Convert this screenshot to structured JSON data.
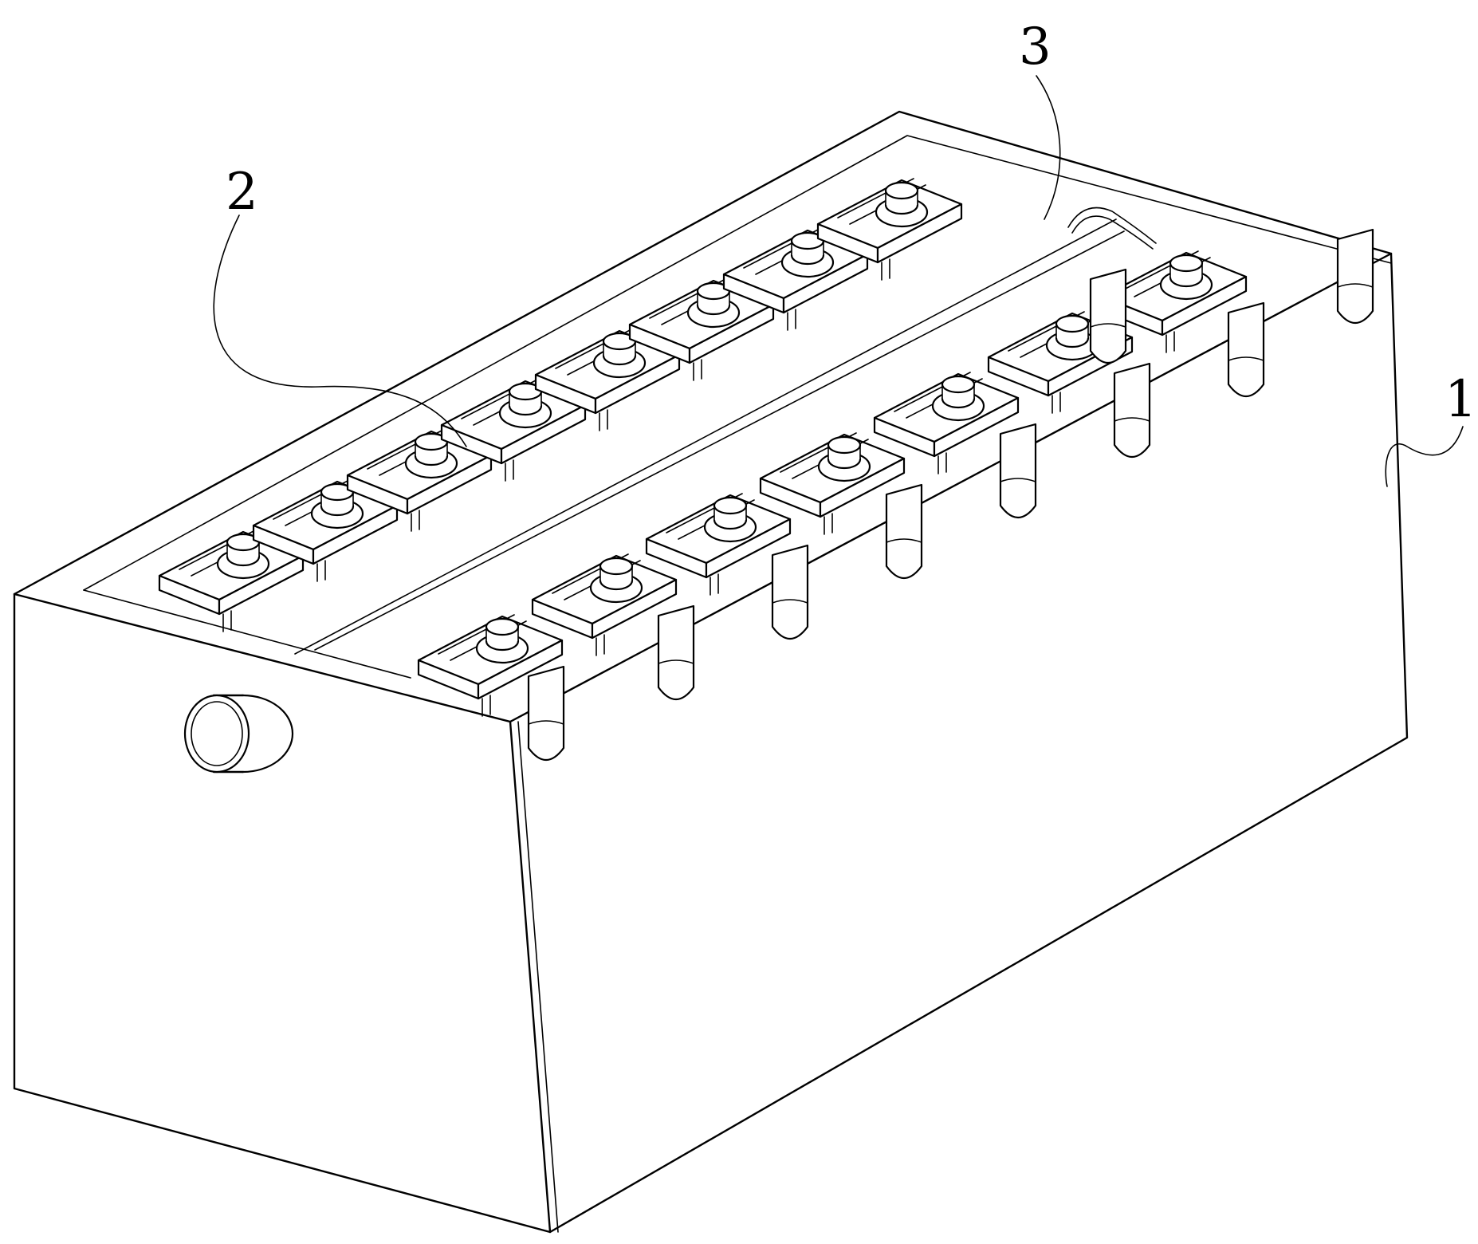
{
  "labels": {
    "housing": "1",
    "cell_assembly": "2",
    "connector_strip": "3"
  }
}
